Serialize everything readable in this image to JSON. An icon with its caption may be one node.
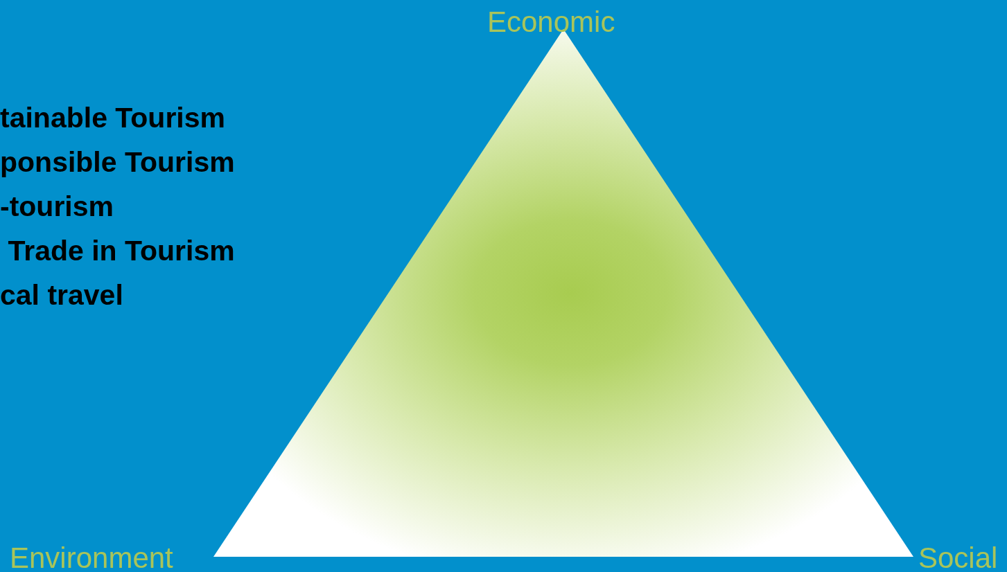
{
  "diagram": {
    "nodes": [
      {
        "text": [],
        "shape": "triangle"
      }
    ],
    "labels": [
      "Economic",
      "tainable Tourism",
      "ponsible Tourism",
      "-tourism",
      " Trade in Tourism",
      "cal travel",
      "Environment",
      "Social"
    ]
  }
}
